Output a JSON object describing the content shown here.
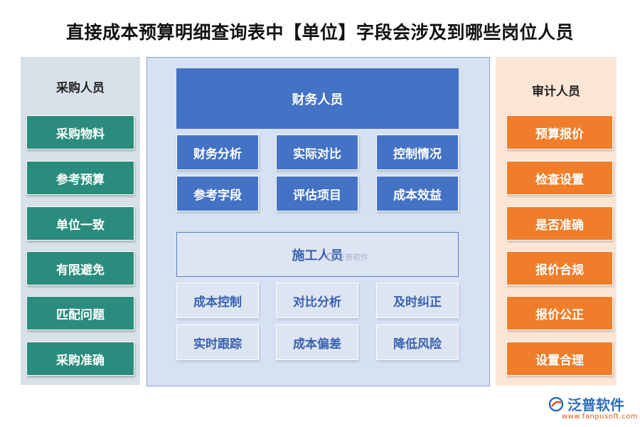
{
  "title": "直接成本预算明细查询表中【单位】字段会涉及到哪些岗位人员",
  "left_panel": {
    "heading": "采购人员",
    "items": [
      "采购物料",
      "参考预算",
      "单位一致",
      "有限避免",
      "匹配问题",
      "采购准确"
    ]
  },
  "center_panel": {
    "finance": {
      "heading": "财务人员",
      "items": [
        "财务分析",
        "实际对比",
        "控制情况",
        "参考字段",
        "评估项目",
        "成本效益"
      ]
    },
    "construction": {
      "heading": "施工人员",
      "items": [
        "成本控制",
        "对比分析",
        "及时纠正",
        "实时跟踪",
        "成本偏差",
        "降低风险"
      ]
    },
    "watermark": "泛普软件"
  },
  "right_panel": {
    "heading": "审计人员",
    "items": [
      "预算报价",
      "检查设置",
      "是否准确",
      "报价合规",
      "报价公正",
      "设置合理"
    ]
  },
  "brand": {
    "name": "泛普软件",
    "url": "www.fanpusoft.com"
  },
  "colors": {
    "teal": "#2a8c7c",
    "orange": "#ef7d29",
    "blue": "#4472c4",
    "light_blue": "#dde5f3"
  }
}
